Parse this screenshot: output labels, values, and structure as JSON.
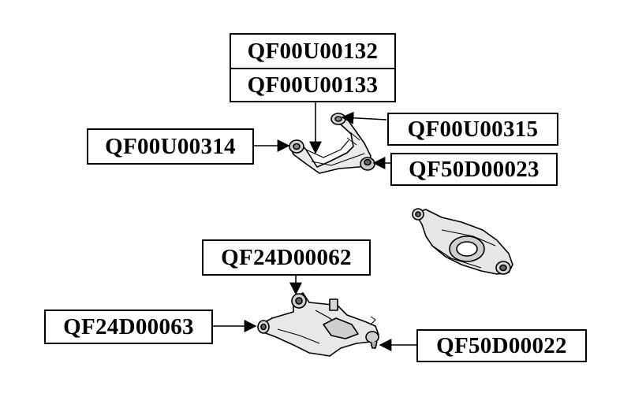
{
  "labels": {
    "upper_arm_bushing_front": "QF00U00132",
    "upper_arm_bushing_rear": "QF00U00133",
    "upper_arm_left": "QF00U00314",
    "upper_arm_right": "QF00U00315",
    "upper_ball_joint": "QF50D00023",
    "lower_arm_bushing_rear": "QF24D00062",
    "lower_arm_bushing_front": "QF24D00063",
    "lower_ball_joint": "QF50D00022"
  },
  "corner_mark": "'",
  "colors": {
    "ink": "#000000",
    "part_fill": "#ffffff",
    "part_shade": "#cfcfcf",
    "part_dark": "#555555",
    "background": "#ffffff"
  },
  "icons": {
    "upper_control_arm": "upper-control-arm-drawing",
    "lower_control_arm": "lower-control-arm-drawing",
    "rear_lower_arm": "rear-lower-arm-drawing"
  }
}
